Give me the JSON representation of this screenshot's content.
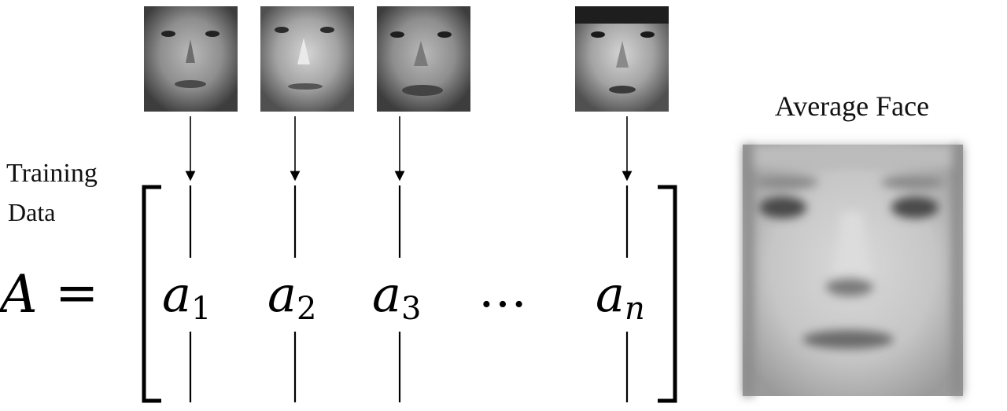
{
  "diagram": {
    "training_label_line1": "Training",
    "training_label_line2": "Data",
    "matrix_name": "A",
    "equals": "=",
    "columns": [
      {
        "base": "a",
        "sub": "1"
      },
      {
        "base": "a",
        "sub": "2"
      },
      {
        "base": "a",
        "sub": "3"
      },
      {
        "base": "a",
        "sub": "n"
      }
    ],
    "ellipsis": "…",
    "average_face_label": "Average Face"
  },
  "face_images": [
    {
      "name": "training-face-1",
      "tone": "#8a8a8a"
    },
    {
      "name": "training-face-2",
      "tone": "#9a9a9a"
    },
    {
      "name": "training-face-3",
      "tone": "#7f7f7f"
    },
    {
      "name": "training-face-4",
      "tone": "#909090"
    }
  ],
  "average_face": {
    "tone": "#bdbdbd"
  }
}
